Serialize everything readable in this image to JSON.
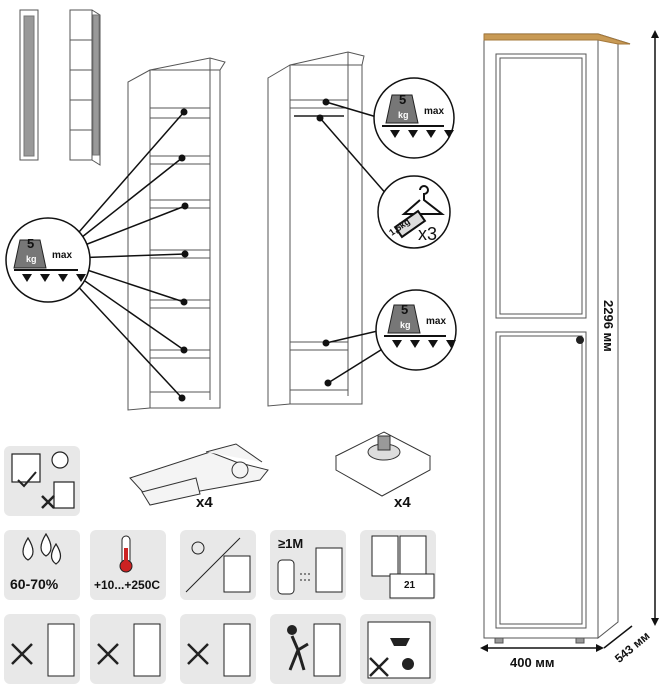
{
  "weight_badge": {
    "value": "5",
    "unit": "kg",
    "label": "max"
  },
  "hanger": {
    "weight": "1,5kg",
    "count": "x3"
  },
  "hinge": {
    "count": "x4"
  },
  "foot": {
    "count": "x4"
  },
  "humidity": {
    "label": "60-70%"
  },
  "temperature": {
    "label": "+10...+25",
    "unit": "0C"
  },
  "distance": {
    "label": "≥1M"
  },
  "panel_number": "21",
  "dimensions": {
    "height": "2296 мм",
    "width": "400 мм",
    "depth": "543 мм"
  }
}
